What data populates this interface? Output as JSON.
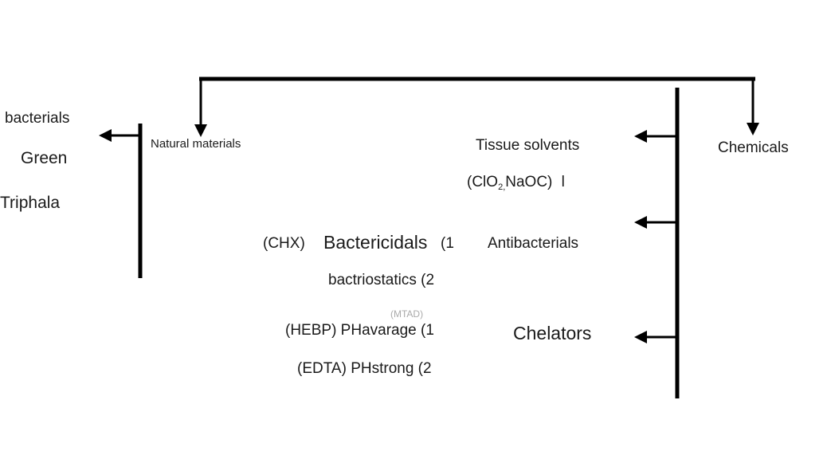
{
  "root": {
    "natural_label": "Natural materials",
    "chemicals_label": "Chemicals"
  },
  "natural": {
    "items": [
      "bacterials",
      "Green",
      "Triphala"
    ]
  },
  "chemicals": {
    "tissue": {
      "label": "Tissue solvents",
      "formula_open": "(ClO",
      "formula_sub": "2",
      "formula_sep": ",",
      "formula_rest": "NaOC)",
      "formula_end": "l"
    },
    "antibacterials": {
      "label": "Antibacterials",
      "item1_prefix": "(CHX)",
      "item1_main": "Bactericidals",
      "item1_num": "(1",
      "item2": "bactriostatics (2",
      "faded_note": "(MTAD)"
    },
    "chelators": {
      "label": "Chelators",
      "item1": "(HEBP) PHavarage (1",
      "item2": "(EDTA) PHstrong (2"
    }
  }
}
